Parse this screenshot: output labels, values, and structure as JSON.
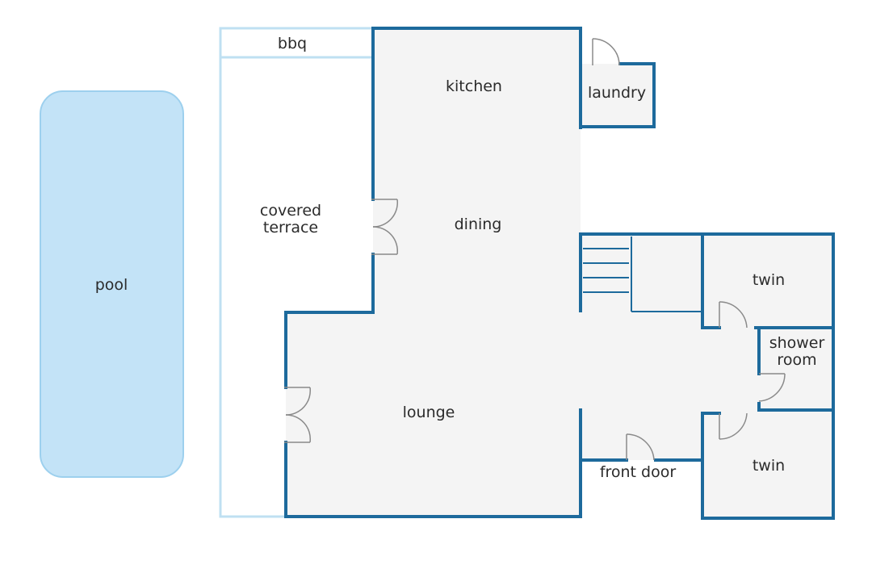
{
  "colors": {
    "wall": "#1d6a9c",
    "terrace_line": "#bfe0f2",
    "floor": "#f4f4f4",
    "pool_fill": "#c3e3f7",
    "pool_stroke": "#9dd0ee",
    "door": "#8a8a8a",
    "text": "#2b2b2b"
  },
  "rooms": {
    "pool": "pool",
    "bbq": "bbq",
    "covered_terrace": "covered\nterrace",
    "kitchen": "kitchen",
    "laundry": "laundry",
    "dining": "dining",
    "lounge": "lounge",
    "twin_top": "twin",
    "shower_room": "shower\nroom",
    "twin_bottom": "twin",
    "front_door": "front door"
  }
}
